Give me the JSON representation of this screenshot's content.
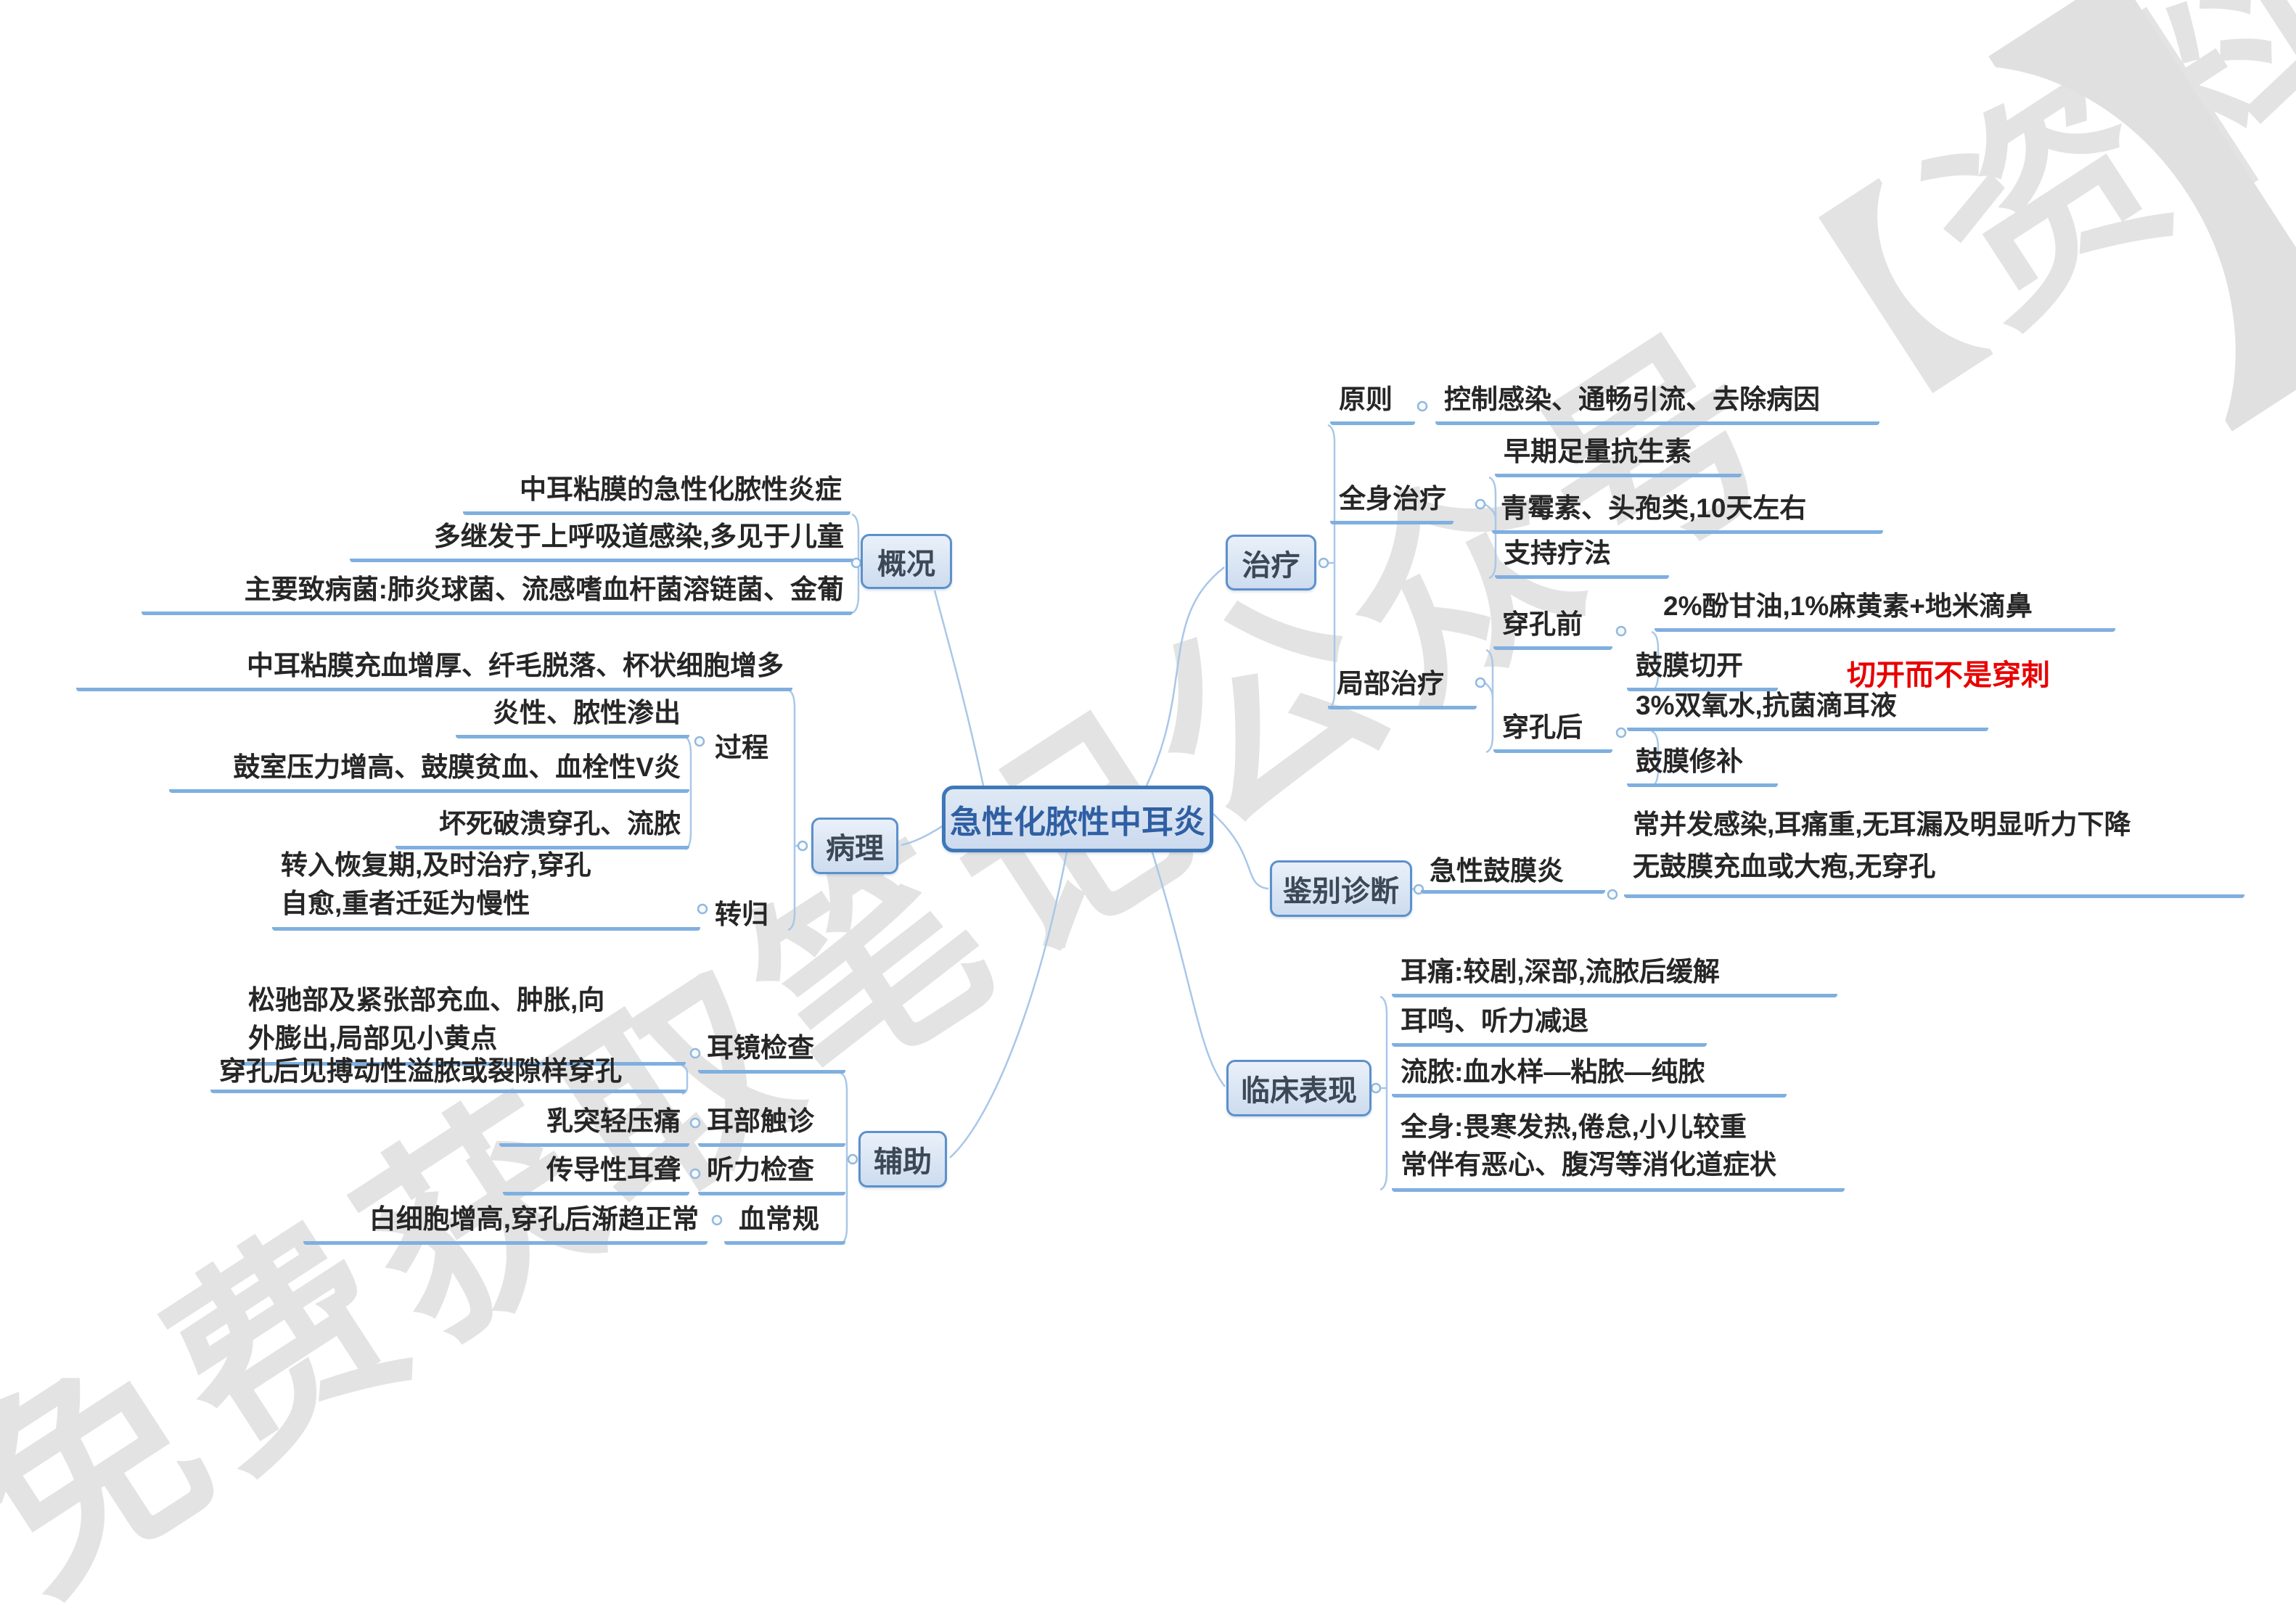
{
  "center": "急性化脓性中耳炎",
  "overview": {
    "label": "概况",
    "d1": "中耳粘膜的急性化脓性炎症",
    "d2": "多继发于上呼吸道感染,多见于儿童",
    "d3": "主要致病菌:肺炎球菌、流感嗜血杆菌溶链菌、金葡"
  },
  "pathology": {
    "label": "病理",
    "process": "过程",
    "outcome": "转归",
    "d1": "中耳粘膜充血增厚、纤毛脱落、杯状细胞增多",
    "p1": "炎性、脓性渗出",
    "p2": "鼓室压力增高、鼓膜贫血、血栓性V炎",
    "p3": "坏死破溃穿孔、流脓",
    "o1a": "转入恢复期,及时治疗,穿孔",
    "o1b": "自愈,重者迁延为慢性"
  },
  "auxiliary": {
    "label": "辅助",
    "otoscopy": "耳镜检查",
    "palpation": "耳部触诊",
    "hearing": "听力检查",
    "blood": "血常规",
    "o1a": "松驰部及紧张部充血、肿胀,向",
    "o1b": "外膨出,局部见小黄点",
    "o2": "穿孔后见搏动性溢脓或裂隙样穿孔",
    "p1": "乳突轻压痛",
    "h1": "传导性耳聋",
    "b1": "白细胞增高,穿孔后渐趋正常"
  },
  "treatment": {
    "label": "治疗",
    "principle": "原则",
    "principle_text": "控制感染、通畅引流、去除病因",
    "systemic": "全身治疗",
    "s1": "早期足量抗生素",
    "s2": "青霉素、头孢类,10天左右",
    "s3": "支持疗法",
    "local": "局部治疗",
    "pre": "穿孔前",
    "pre1": "2%酚甘油,1%麻黄素+地米滴鼻",
    "pre2": "鼓膜切开",
    "pre_note": "切开而不是穿刺",
    "post": "穿孔后",
    "post1": "3%双氧水,抗菌滴耳液",
    "post2": "鼓膜修补"
  },
  "differential": {
    "label": "鉴别诊断",
    "item": "急性鼓膜炎",
    "line1": "常并发感染,耳痛重,无耳漏及明显听力下降",
    "line2": "无鼓膜充血或大疱,无穿孔"
  },
  "clinical": {
    "label": "临床表现",
    "c1": "耳痛:较剧,深部,流脓后缓解",
    "c2": "耳鸣、听力减退",
    "c3": "流脓:血水样—粘脓—纯脓",
    "c4a": "全身:畏寒发热,倦怠,小儿较重",
    "c4b": "常伴有恶心、腹泻等消化道症状"
  },
  "watermark": {
    "text": "免费获取笔记公众号【资料库】",
    "corner": "】"
  },
  "colors": {
    "accent_border": "#5e90ca",
    "center_border": "#3f77b8",
    "underline": "#7fafdf",
    "connector": "#a9c7e8",
    "note_red": "#e80000",
    "watermark_gray": "#e3e3e3"
  }
}
